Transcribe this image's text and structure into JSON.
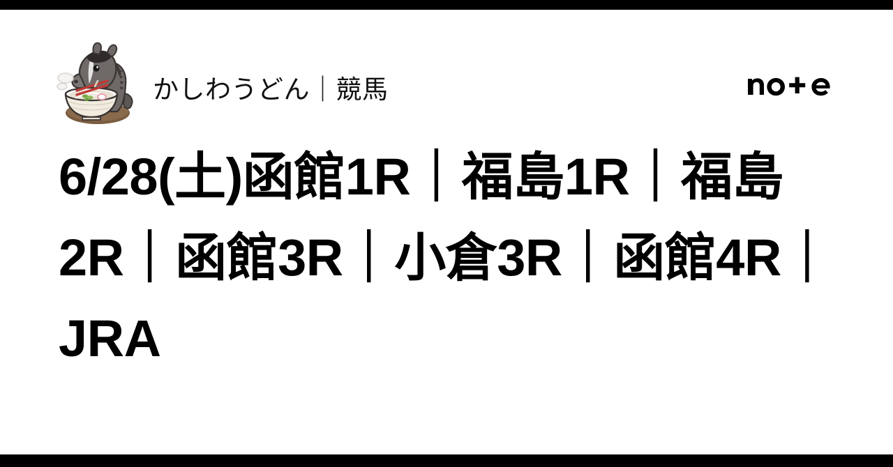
{
  "meta": {
    "background_color": "#ffffff",
    "bar_color": "#000000",
    "text_color": "#000000"
  },
  "header": {
    "avatar": {
      "icon": "horse-eating-udon-avatar",
      "alt": "Gray horse eating udon noodles from a bowl with chopsticks",
      "colors": {
        "horse_body": "#6f6a68",
        "horse_shadow": "#4a4644",
        "bowl": "#f2ece0",
        "bowl_rim": "#ffffff",
        "broth": "#e8e0d2",
        "table": "#7a5c40",
        "scallion": "#7aa84a",
        "kamaboko": "#e8b9c4",
        "chopsticks": "#c03a36",
        "steam": "#efeeec"
      }
    },
    "author_name": "かしわうどん｜競馬",
    "brand": {
      "name": "note",
      "letters": [
        "n",
        "o",
        "t",
        "e"
      ],
      "color": "#000000"
    }
  },
  "article": {
    "title": "6/28(土)函館1R｜福島1R｜福島2R｜函館3R｜小倉3R｜函館4R｜JRA",
    "title_lines": [
      "6/28(土)函館1R｜福島1R｜",
      "福島2R｜函館3R｜小倉3R｜",
      "函館4R｜JRA"
    ],
    "date": "6/28(土)",
    "races": [
      "函館1R",
      "福島1R",
      "福島2R",
      "函館3R",
      "小倉3R",
      "函館4R"
    ],
    "organization": "JRA",
    "separator": "｜"
  }
}
